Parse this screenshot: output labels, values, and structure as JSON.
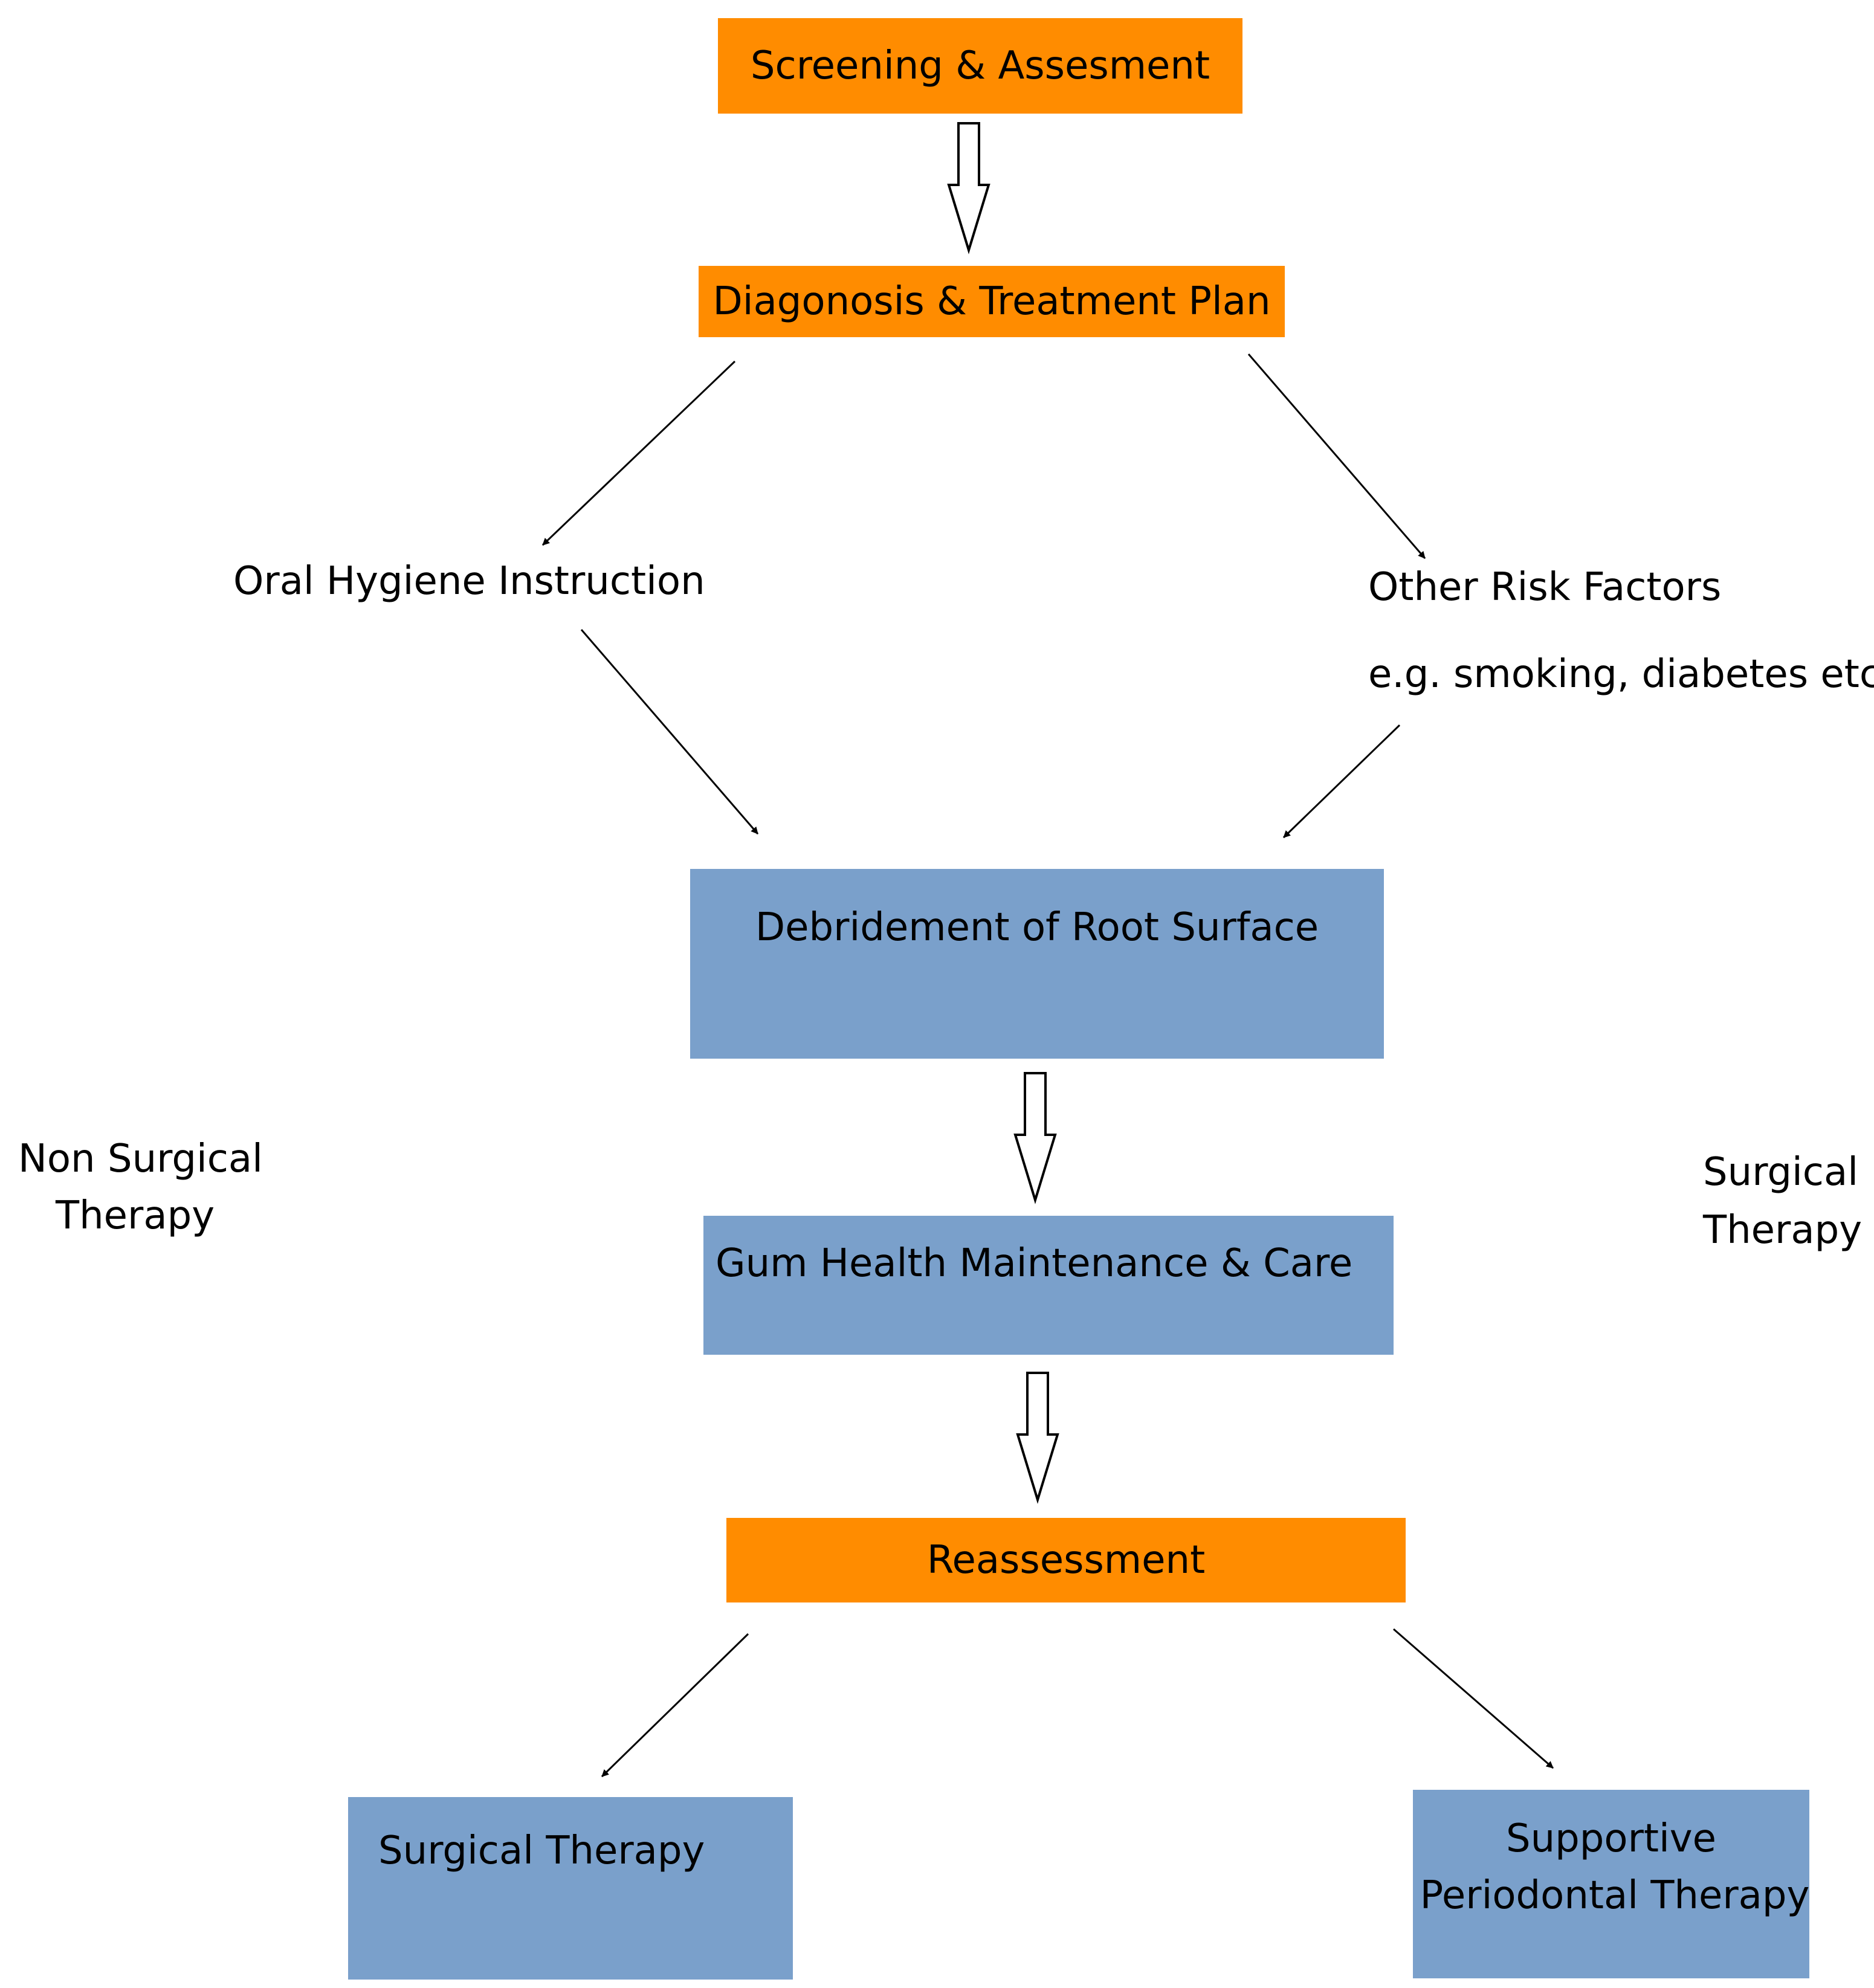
{
  "nodes": {
    "screening": "Screening  & Assesment",
    "diagnosis": "Diagonosis & Treatment Plan",
    "oral_hygiene": "Oral Hygiene Instruction",
    "other_risk": "Other  Risk  Factors",
    "other_risk_example": "e.g. smoking, diabetes etc.",
    "debridement": "Debridement of Root Surface",
    "gum_health": "Gum Health Maintenance & Care",
    "reassessment": "Reassessment",
    "surgical_therapy_box": "Surgical   Therapy",
    "supportive_line1": "Supportive",
    "supportive_line2": "Periodontal Therapy"
  },
  "side_labels": {
    "non_surgical_line1": "Non  Surgical",
    "non_surgical_line2": "Therapy",
    "surgical_line1": "Surgical",
    "surgical_line2": "Therapy"
  },
  "colors": {
    "orange": "#ff8c00",
    "blue": "#7aa0cb"
  }
}
